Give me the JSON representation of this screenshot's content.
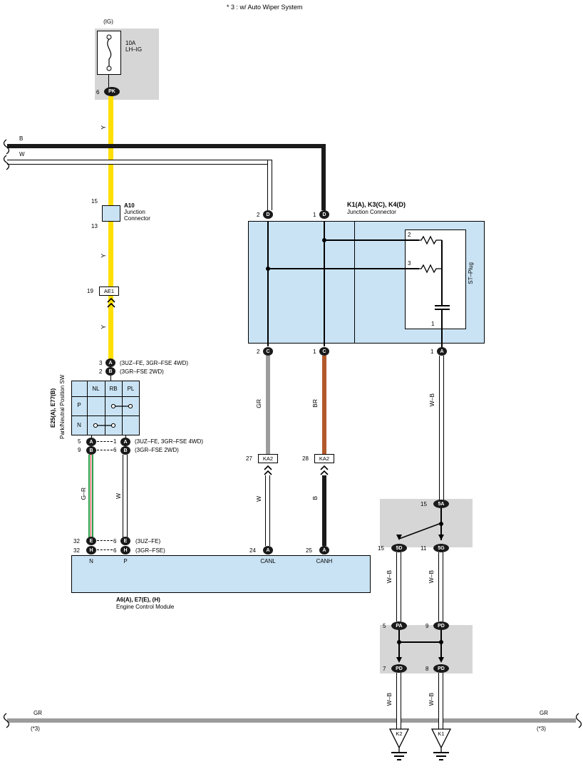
{
  "note": "* 3 : w/ Auto Wiper System",
  "colors": {
    "box_blue": "#c9e3f4",
    "box_gray": "#d6d6d6",
    "wire_yellow": "#ffdf00",
    "wire_black": "#1a1a1a",
    "wire_gray": "#9c9c9c",
    "wire_brown": "#b2592b",
    "wire_green": "#2f9e49",
    "wire_red": "#d03030"
  },
  "fuse": {
    "header": "(IG)",
    "rating": "10A",
    "name": "LH–IG",
    "pin": "6",
    "code": "PK"
  },
  "labels": {
    "b": "B",
    "w": "W",
    "y": "Y",
    "gr": "GR",
    "br": "BR",
    "g_r": "G–R",
    "wb": "W–B"
  },
  "a10": {
    "pin_top": "15",
    "pin_bottom": "13",
    "code": "A10",
    "name1": "Junction",
    "name2": "Connector"
  },
  "ae1": {
    "pin": "19",
    "code": "AE1"
  },
  "pnp": {
    "id": "E25(A), E77(B)",
    "name": "Park/Neutral Position SW",
    "col1": "NL",
    "col2": "RB",
    "col3": "PL",
    "row1": "P",
    "row2": "N",
    "top1": {
      "num": "3",
      "code": "A",
      "note": "(3UZ–FE,  3GR–FSE 4WD)"
    },
    "top2": {
      "num": "2",
      "code": "B",
      "note": "(3GR–FSE 2WD)"
    },
    "bot1": {
      "num_l": "5",
      "code_l": "A",
      "num_r": "1",
      "code_r": "A",
      "note": "(3UZ–FE,  3GR–FSE 4WD)"
    },
    "bot2": {
      "num_l": "9",
      "code_l": "B",
      "num_r": "6",
      "code_r": "B",
      "note": "(3GR–FSE 2WD)"
    }
  },
  "ecm": {
    "row1": {
      "num_l": "32",
      "code_l": "E",
      "num_r": "6",
      "code_r": "E",
      "note": "(3UZ–FE)"
    },
    "row2": {
      "num_l": "32",
      "code_l": "H",
      "num_r": "6",
      "code_r": "H",
      "note": "(3GR–FSE)"
    },
    "canl": {
      "num": "24",
      "code": "A"
    },
    "canh": {
      "num": "25",
      "code": "A"
    },
    "term_n": "N",
    "term_p": "P",
    "term_canl": "CANL",
    "term_canh": "CANH",
    "id": "A6(A), E7(E), (H)",
    "name": "Engine Control Module"
  },
  "jc": {
    "id": "K1(A), K3(C), K4(D)",
    "name": "Junction Connector",
    "pin_2d": {
      "num": "2",
      "code": "D"
    },
    "pin_1d": {
      "num": "1",
      "code": "D"
    },
    "pin_2c": {
      "num": "2",
      "code": "C"
    },
    "pin_1c": {
      "num": "1",
      "code": "C"
    },
    "pin_1a": {
      "num": "1",
      "code": "A"
    },
    "res_top": "2",
    "res_bottom": "3",
    "cap": "1",
    "st_plug": "ST–Plug"
  },
  "ka2_left": {
    "num": "27",
    "code": "KA2"
  },
  "ka2_right": {
    "num": "28",
    "code": "KA2"
  },
  "rb1": {
    "p5a": {
      "num": "15",
      "code": "5A"
    },
    "p5d": {
      "num": "15",
      "code": "5D"
    },
    "p5g": {
      "num": "11",
      "code": "5G"
    }
  },
  "rb2": {
    "ppa": {
      "num": "5",
      "code": "PA"
    },
    "ppd9": {
      "num": "9",
      "code": "PD"
    },
    "ppd7": {
      "num": "7",
      "code": "PD"
    },
    "ppd8": {
      "num": "8",
      "code": "PD"
    }
  },
  "grounds": {
    "left": "K2",
    "right": "K1"
  },
  "bottom": {
    "label": "GR",
    "note": "(*3)"
  }
}
